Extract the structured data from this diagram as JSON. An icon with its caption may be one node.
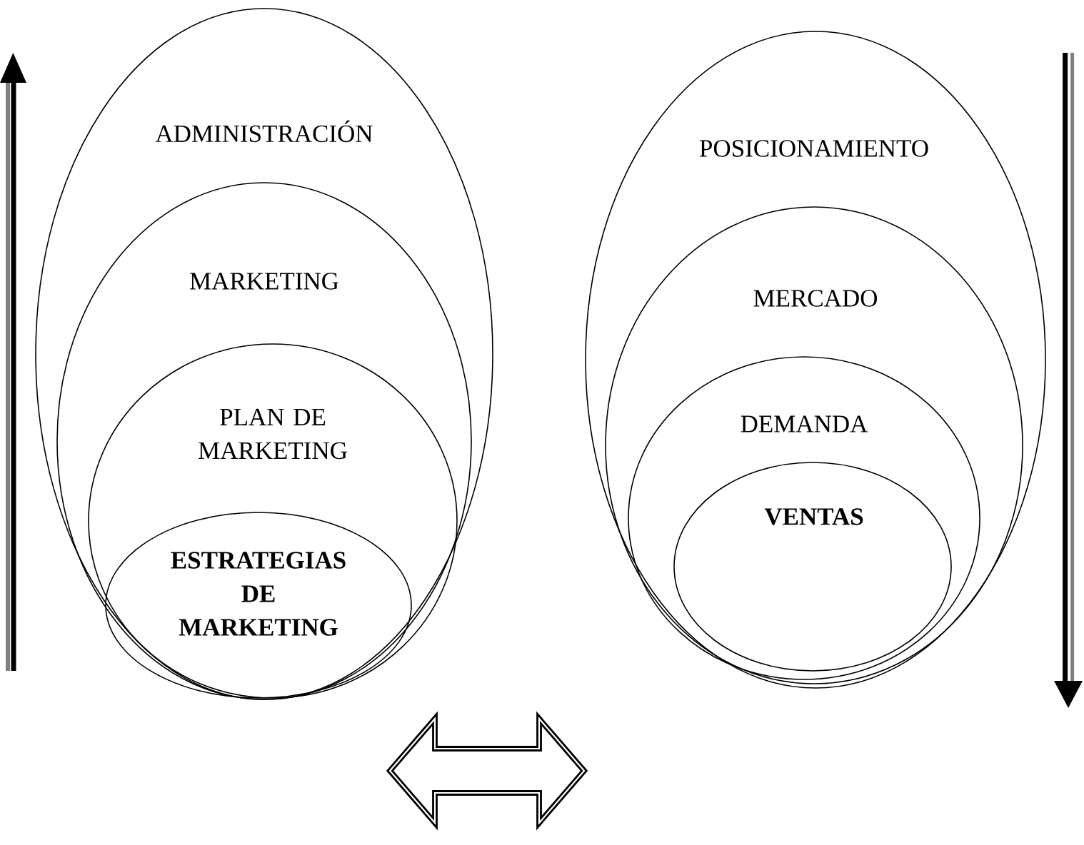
{
  "diagram": {
    "nodes": [
      {
        "text": [
          "ADMINISTRACIÓN"
        ]
      },
      {
        "text": [
          "MARKETING"
        ],
        "in": 0
      },
      {
        "text": [
          "PLAN DE MARKETING"
        ],
        "in": 1
      },
      {
        "text": [
          "ESTRATEGIAS DE MARKETING"
        ],
        "in": 2
      },
      {
        "text": [
          "POSICIONAMIENTO"
        ]
      },
      {
        "text": [
          "MERCADO"
        ],
        "in": 4
      },
      {
        "text": [
          "DEMANDA"
        ],
        "in": 5
      },
      {
        "text": [
          "VENTAS"
        ],
        "in": 6
      }
    ],
    "edges": [
      {
        "from": 0,
        "to": 4,
        "arrow": "both"
      }
    ]
  }
}
